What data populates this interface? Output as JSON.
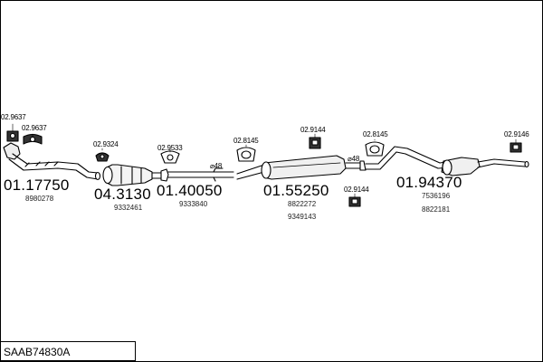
{
  "diagram_code": "SAAB74830A",
  "parts": {
    "bracket_a": "02.9637",
    "bracket_b": "02.9637",
    "part_front_pipe": "01.17750",
    "oem_front_pipe": "8980278",
    "bracket_c": "02.9324",
    "part_catalyst": "04.3130",
    "oem_catalyst": "9332461",
    "bracket_d": "02.9533",
    "part_mid_pipe": "01.40050",
    "oem_mid_pipe": "9333840",
    "dia_mid": "⌀48",
    "bracket_e": "02.8145",
    "bracket_f": "02.9144",
    "part_center_silencer": "01.55250",
    "oem_center_1": "8822272",
    "oem_center_2": "9349143",
    "dia_center": "⌀48",
    "bracket_g": "02.9144",
    "bracket_h": "02.8145",
    "part_rear_silencer": "01.94370",
    "oem_rear_1": "7536196",
    "oem_rear_2": "8822181",
    "bracket_i": "02.9146"
  }
}
